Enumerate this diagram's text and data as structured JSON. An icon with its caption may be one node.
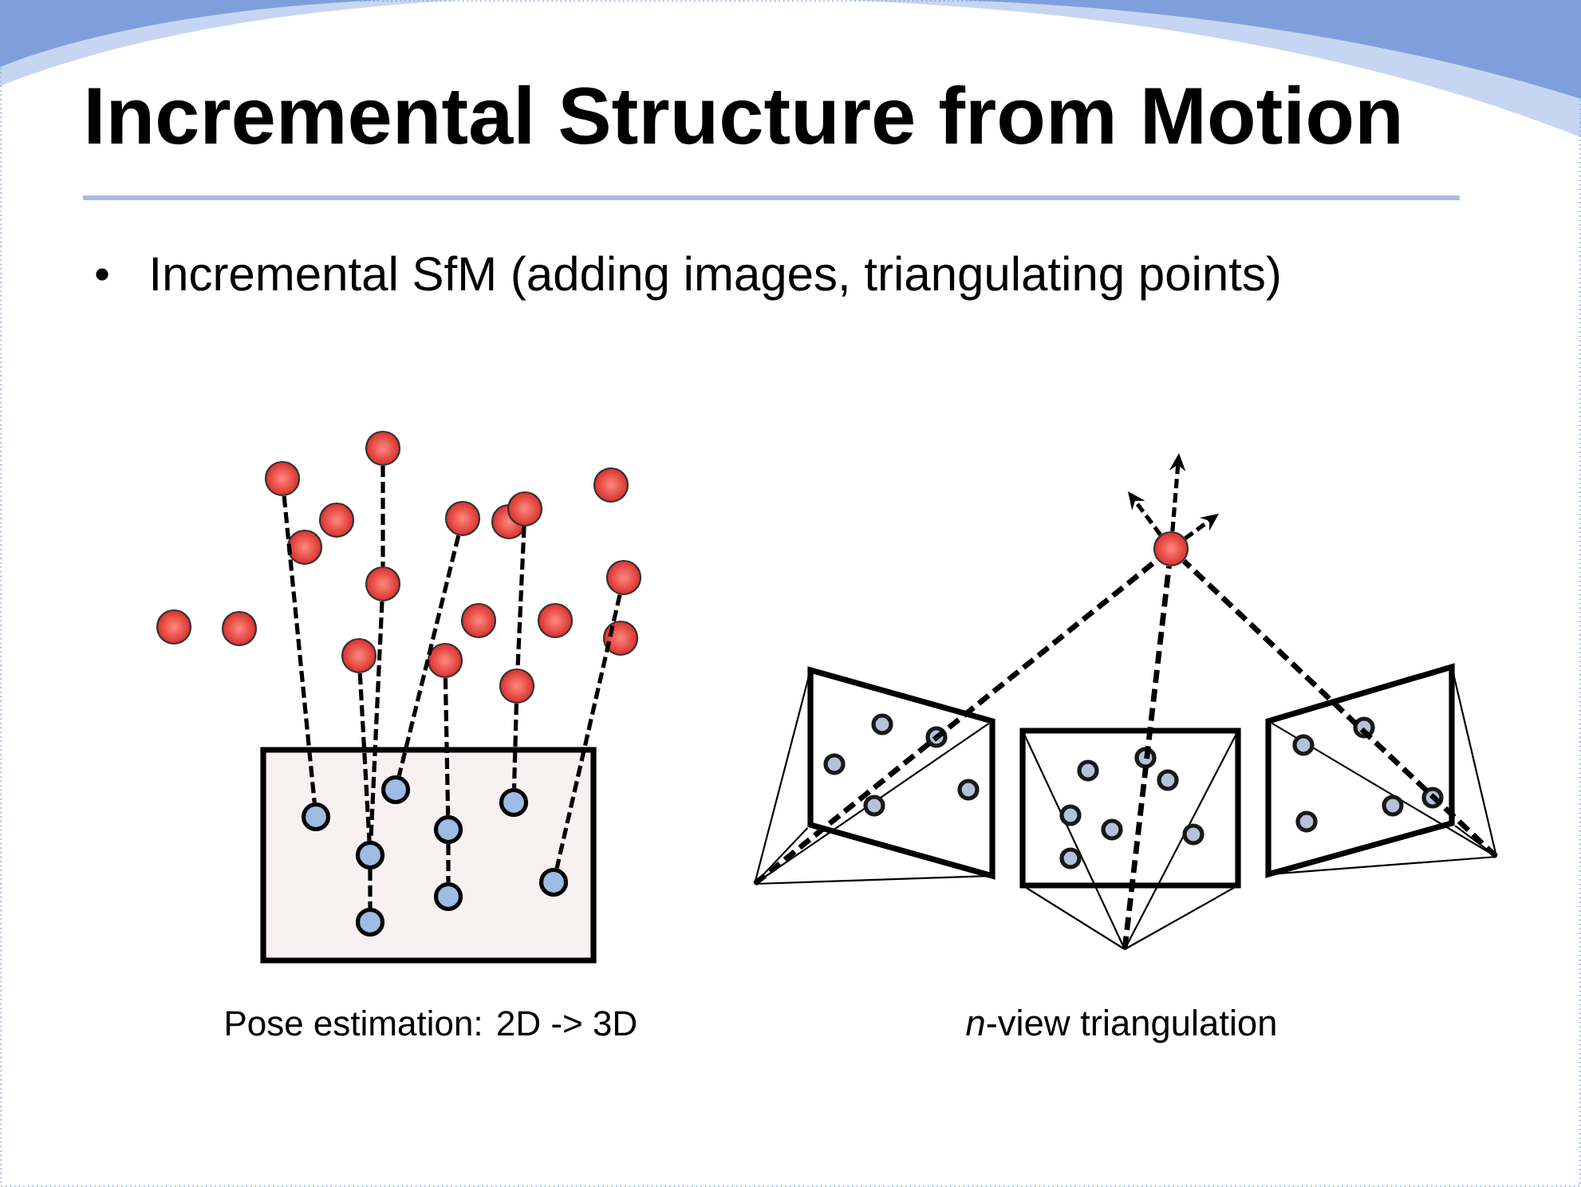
{
  "diagram": {
    "title": "Incremental Structure from Motion",
    "nodes": [
      {
        "text": [],
        "shape": "circle"
      },
      {
        "text": [],
        "shape": "circle"
      },
      {
        "text": [],
        "shape": "circle"
      },
      {
        "text": [],
        "shape": "circle"
      },
      {
        "text": [],
        "shape": "circle"
      },
      {
        "text": [],
        "shape": "circle"
      },
      {
        "text": [],
        "shape": "circle"
      },
      {
        "text": [],
        "shape": "circle"
      },
      {
        "text": [],
        "shape": "circle"
      },
      {
        "text": [],
        "shape": "circle"
      },
      {
        "text": [],
        "shape": "circle"
      },
      {
        "text": [],
        "shape": "circle"
      },
      {
        "text": [],
        "shape": "circle"
      },
      {
        "text": [],
        "shape": "circle"
      },
      {
        "text": [],
        "shape": "circle"
      },
      {
        "text": [],
        "shape": "circle"
      },
      {
        "text": [],
        "shape": "circle"
      },
      {
        "text": [],
        "shape": "circle"
      },
      {
        "text": [],
        "shape": "box"
      },
      {
        "text": [],
        "shape": "circle",
        "in": 18
      },
      {
        "text": [],
        "shape": "circle",
        "in": 18
      },
      {
        "text": [],
        "shape": "circle",
        "in": 18
      },
      {
        "text": [],
        "shape": "circle",
        "in": 18
      },
      {
        "text": [],
        "shape": "circle",
        "in": 18
      },
      {
        "text": [],
        "shape": "circle",
        "in": 18
      },
      {
        "text": [],
        "shape": "circle",
        "in": 18
      },
      {
        "text": [],
        "shape": "circle",
        "in": 18
      },
      {
        "text": [],
        "shape": "circle"
      },
      {
        "text": [],
        "shape": "pyramid"
      },
      {
        "text": [],
        "shape": "box",
        "in": 28
      },
      {
        "text": [],
        "shape": "circle",
        "in": 29
      },
      {
        "text": [],
        "shape": "circle",
        "in": 29
      },
      {
        "text": [],
        "shape": "circle",
        "in": 29
      },
      {
        "text": [],
        "shape": "circle",
        "in": 29
      },
      {
        "text": [],
        "shape": "circle",
        "in": 29
      },
      {
        "text": [],
        "shape": "pyramid"
      },
      {
        "text": [],
        "shape": "box",
        "in": 35
      },
      {
        "text": [],
        "shape": "circle",
        "in": 36
      },
      {
        "text": [],
        "shape": "circle",
        "in": 36
      },
      {
        "text": [],
        "shape": "circle",
        "in": 36
      },
      {
        "text": [],
        "shape": "circle",
        "in": 36
      },
      {
        "text": [],
        "shape": "circle",
        "in": 36
      },
      {
        "text": [],
        "shape": "circle",
        "in": 36
      },
      {
        "text": [],
        "shape": "circle",
        "in": 36
      },
      {
        "text": [],
        "shape": "pyramid"
      },
      {
        "text": [],
        "shape": "box",
        "in": 44
      },
      {
        "text": [],
        "shape": "circle",
        "in": 45
      },
      {
        "text": [],
        "shape": "circle",
        "in": 45
      },
      {
        "text": [],
        "shape": "circle",
        "in": 45
      },
      {
        "text": [],
        "shape": "circle",
        "in": 45
      },
      {
        "text": [],
        "shape": "circle",
        "in": 45
      }
    ],
    "edges": [
      {
        "from": 2,
        "to": 19,
        "arrow": "none",
        "style": "dashed"
      },
      {
        "from": 6,
        "to": 7,
        "arrow": "none",
        "style": "dashed"
      },
      {
        "from": 7,
        "to": 20,
        "arrow": "none",
        "style": "dashed"
      },
      {
        "from": 5,
        "to": 20,
        "arrow": "none",
        "style": "dashed"
      },
      {
        "from": 20,
        "to": 21,
        "arrow": "none",
        "style": "dashed"
      },
      {
        "from": 9,
        "to": 22,
        "arrow": "none",
        "style": "dashed"
      },
      {
        "from": 8,
        "to": 23,
        "arrow": "none",
        "style": "dashed"
      },
      {
        "from": 23,
        "to": 24,
        "arrow": "none",
        "style": "dashed"
      },
      {
        "from": 13,
        "to": 12,
        "arrow": "none",
        "style": "dashed"
      },
      {
        "from": 12,
        "to": 25,
        "arrow": "none",
        "style": "dashed"
      },
      {
        "from": 17,
        "to": 26,
        "arrow": "none",
        "style": "dashed"
      },
      {
        "from": 28,
        "to": 27,
        "arrow": "none",
        "style": "dashed"
      },
      {
        "from": 35,
        "to": 27,
        "arrow": "none",
        "style": "dashed"
      },
      {
        "from": 44,
        "to": 27,
        "arrow": "none",
        "style": "dashed"
      },
      {
        "from": 27,
        "to": null,
        "arrow": "to",
        "style": "dashed"
      },
      {
        "from": 27,
        "to": null,
        "arrow": "to",
        "style": "dashed"
      },
      {
        "from": 27,
        "to": null,
        "arrow": "to",
        "style": "dashed"
      }
    ],
    "labels": [
      "Incremental SfM (adding images, triangulating points)",
      "Pose estimation: 2D -> 3D",
      "*n*-view triangulation"
    ]
  }
}
